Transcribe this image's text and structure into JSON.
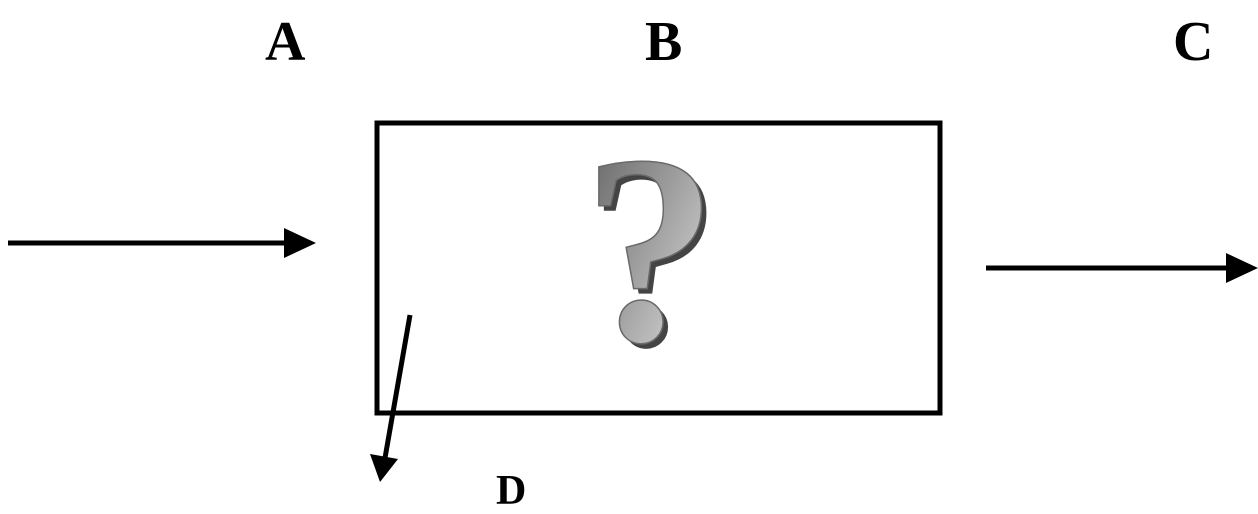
{
  "labels": {
    "a": "A",
    "b": "B",
    "c": "C",
    "d": "D"
  },
  "box": {
    "symbol": "?"
  },
  "colors": {
    "stroke": "#000000",
    "symbol_light": "#f2f2f2",
    "symbol_mid": "#9a9a9a",
    "symbol_dark": "#5a5a5a"
  }
}
